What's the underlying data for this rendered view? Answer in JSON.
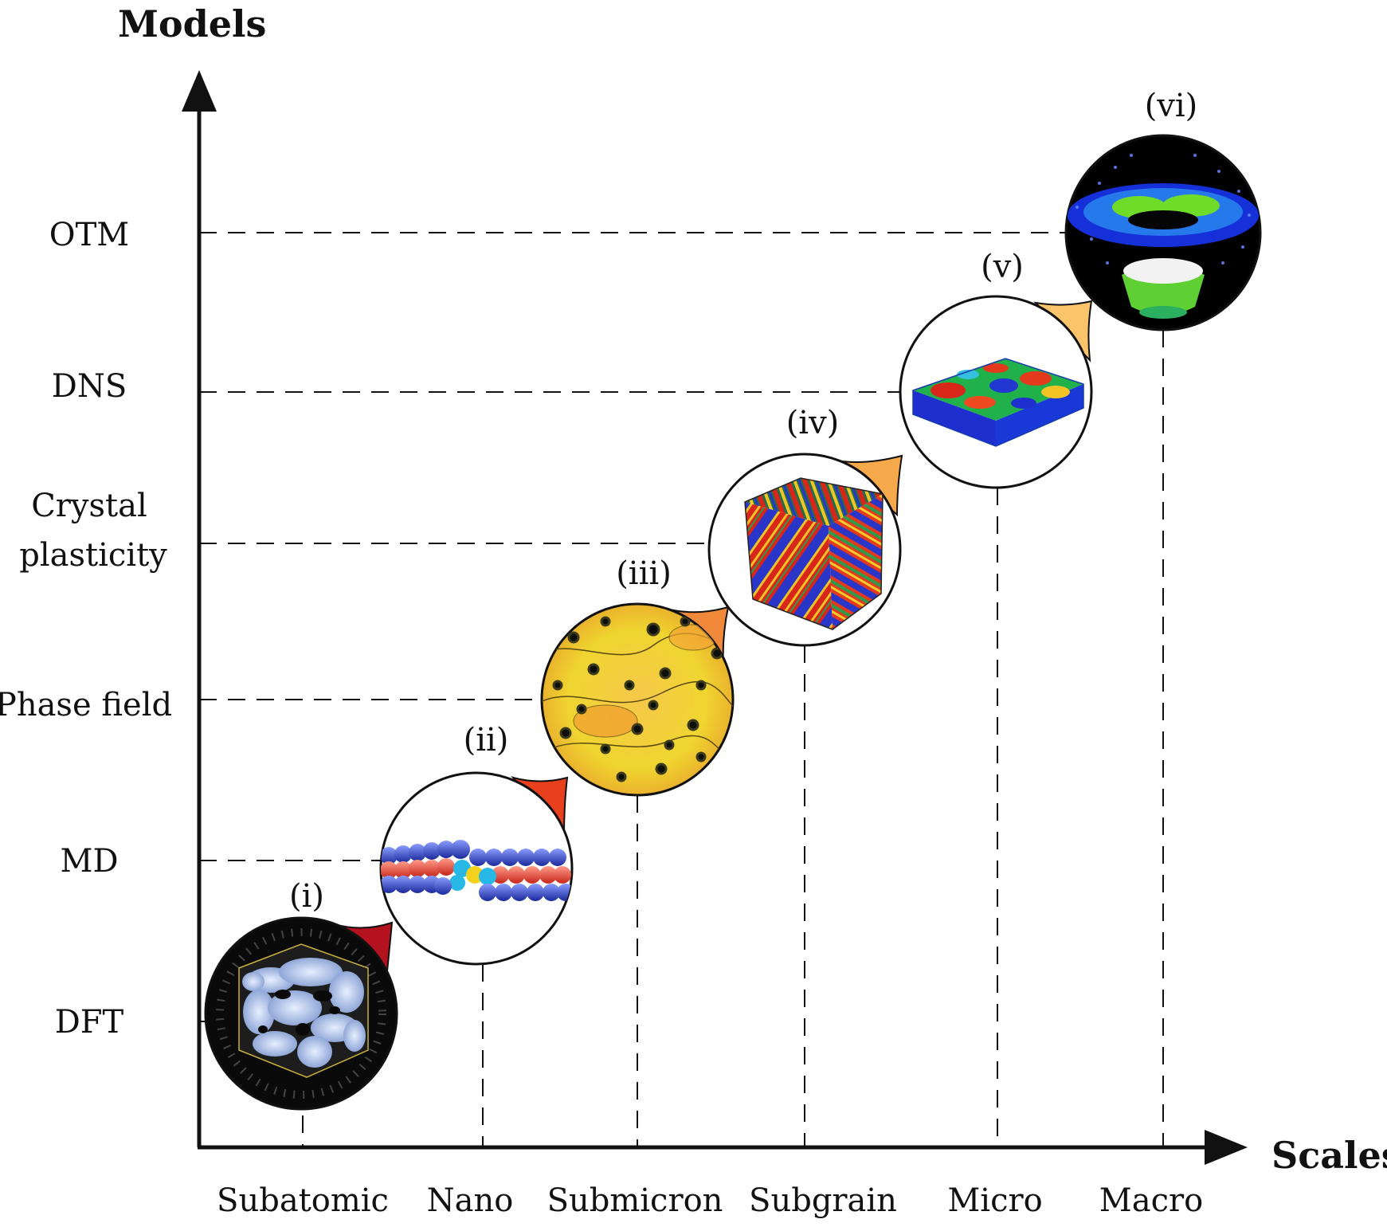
{
  "axes": {
    "y_title": "Models",
    "x_title": "Scales"
  },
  "models": [
    {
      "lines": [
        "OTM"
      ]
    },
    {
      "lines": [
        "DNS"
      ]
    },
    {
      "lines": [
        "Crystal",
        "plasticity"
      ]
    },
    {
      "lines": [
        "Phase field"
      ]
    },
    {
      "lines": [
        "MD"
      ]
    },
    {
      "lines": [
        "DFT"
      ]
    }
  ],
  "scales": [
    "Subatomic",
    "Nano",
    "Submicron",
    "Subgrain",
    "Micro",
    "Macro"
  ],
  "insets": [
    {
      "tag": "(i)",
      "depicts": "dft-electron-density-cube",
      "tail_color": "#b3121e"
    },
    {
      "tag": "(ii)",
      "depicts": "md-atom-chain",
      "tail_color": "#e8401c"
    },
    {
      "tag": "(iii)",
      "depicts": "phase-field-contour-map",
      "tail_color": "#f08a3a"
    },
    {
      "tag": "(iv)",
      "depicts": "crystal-plasticity-striped-cube",
      "tail_color": "#f6a94a"
    },
    {
      "tag": "(v)",
      "depicts": "dns-grain-slab",
      "tail_color": "#fbc46a"
    },
    {
      "tag": "(vi)",
      "depicts": "otm-impact-simulation",
      "tail_color": null
    }
  ]
}
